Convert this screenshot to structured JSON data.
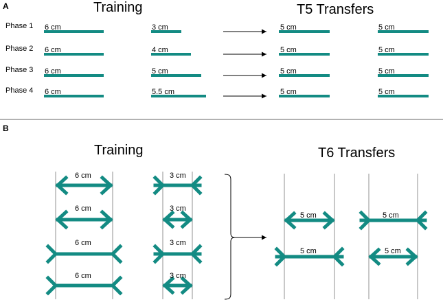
{
  "colors": {
    "teal": "#138b83",
    "guide": "#aaaaaa",
    "ink": "#000000"
  },
  "panel_a": {
    "letter": "A",
    "training_title": "Training",
    "transfer_title": "T5 Transfers",
    "phases": [
      {
        "label": "Phase 1",
        "standard": "6 cm",
        "comparison": "3 cm",
        "transfer_left": "5 cm",
        "transfer_right": "5 cm"
      },
      {
        "label": "Phase 2",
        "standard": "6 cm",
        "comparison": "4 cm",
        "transfer_left": "5 cm",
        "transfer_right": "5 cm"
      },
      {
        "label": "Phase 3",
        "standard": "6 cm",
        "comparison": "5 cm",
        "transfer_left": "5 cm",
        "transfer_right": "5 cm"
      },
      {
        "label": "Phase 4",
        "standard": "6 cm",
        "comparison": "5.5 cm",
        "transfer_left": "5 cm",
        "transfer_right": "5 cm"
      }
    ]
  },
  "panel_b": {
    "letter": "B",
    "training_title": "Training",
    "transfer_title": "T6 Transfers",
    "training_rows": [
      {
        "left": "6 cm",
        "right": "3 cm"
      },
      {
        "left": "6 cm",
        "right": "3 cm"
      },
      {
        "left": "6 cm",
        "right": "3 cm"
      },
      {
        "left": "6 cm",
        "right": "3 cm"
      }
    ],
    "transfer_rows": [
      {
        "left": "5 cm",
        "right": "5 cm"
      },
      {
        "left": "5 cm",
        "right": "5 cm"
      }
    ]
  }
}
